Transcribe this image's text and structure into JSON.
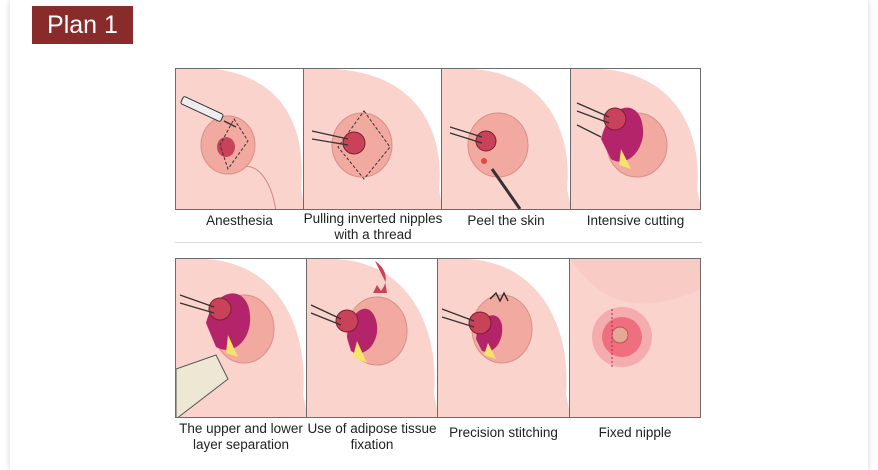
{
  "plan": {
    "label": "Plan 1"
  },
  "colors": {
    "badge": "#8a2b2b",
    "skin": "#f9d3cc",
    "areola": "#f2a9a0",
    "nipple": "#c9425a",
    "wound": "#b4246a",
    "fat": "#f5e36a",
    "outline": "#555555"
  },
  "steps": [
    {
      "caption": "Anesthesia"
    },
    {
      "caption": "Pulling inverted nipples with a thread"
    },
    {
      "caption": "Peel the skin"
    },
    {
      "caption": "Intensive cutting"
    },
    {
      "caption": "The upper and lower layer separation"
    },
    {
      "caption": "Use of adipose tissue fixation"
    },
    {
      "caption": "Precision stitching"
    },
    {
      "caption": "Fixed nipple"
    }
  ]
}
